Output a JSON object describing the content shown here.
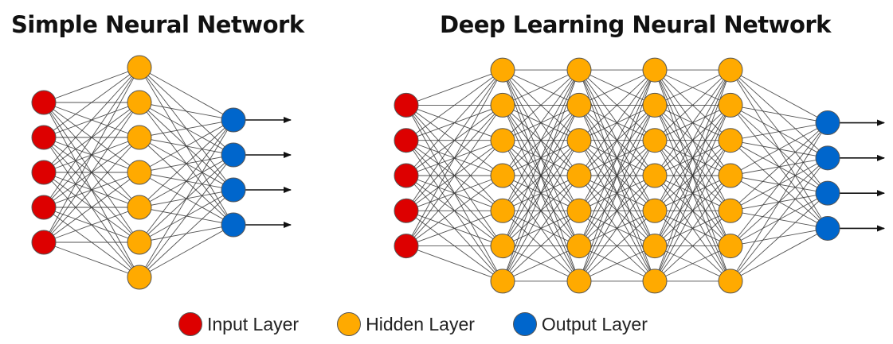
{
  "titles": {
    "simple": "Simple Neural Network",
    "deep": "Deep Learning Neural Network"
  },
  "colors": {
    "input": "#dd0000",
    "hidden": "#ffaa00",
    "output": "#0066cc",
    "edge": "#333333",
    "node_stroke": "#555555"
  },
  "networks": [
    {
      "id": "simple",
      "layers": [
        {
          "type": "input",
          "nodes": 5
        },
        {
          "type": "hidden",
          "nodes": 7
        },
        {
          "type": "output",
          "nodes": 4
        }
      ]
    },
    {
      "id": "deep",
      "layers": [
        {
          "type": "input",
          "nodes": 5
        },
        {
          "type": "hidden",
          "nodes": 7
        },
        {
          "type": "hidden",
          "nodes": 7
        },
        {
          "type": "hidden",
          "nodes": 7
        },
        {
          "type": "hidden",
          "nodes": 7
        },
        {
          "type": "output",
          "nodes": 4
        }
      ]
    }
  ],
  "legend": [
    {
      "type": "input",
      "label": "Input Layer"
    },
    {
      "type": "hidden",
      "label": "Hidden Layer"
    },
    {
      "type": "output",
      "label": "Output Layer"
    }
  ]
}
